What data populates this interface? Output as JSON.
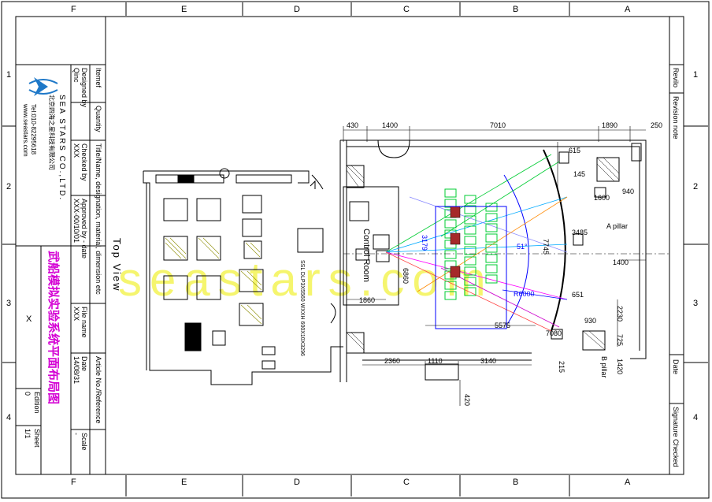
{
  "grid": {
    "columns_top": [
      "F",
      "E",
      "D",
      "C",
      "B",
      "A"
    ],
    "columns_bottom": [
      "F",
      "E",
      "D",
      "C",
      "B",
      "A"
    ],
    "rows": [
      "1",
      "2",
      "3",
      "4"
    ]
  },
  "company": {
    "name_en": "SEA STARS CO.,LTD.",
    "name_cn": "北京四海之星科技有限公司",
    "tel": "Tel:010-82295618",
    "web": "www.seastars.com"
  },
  "watermark": "seastars.com",
  "title_block": {
    "item_name": "Itemef",
    "quantity": "Quantity",
    "title_desc": "Title/Name, designation, material, dimension etc",
    "article_no": "Article No./Reference",
    "designed_by_label": "Designed by",
    "designed_by": "Qinc",
    "checked_by_label": "Checked by",
    "checked_by": "XXX",
    "approved_label": "Approved by - date",
    "approved": "XXX-00/10/01",
    "file_name_label": "File name",
    "file_name": "XXX",
    "date_label": "Date",
    "date": "14/08/31",
    "scale_label": "Scale",
    "scale": "-",
    "drawing_title_cn": "武船模拟实验系统平面布局图",
    "edition_label": "Edition",
    "edition": "0",
    "sheet_label": "Sheet",
    "sheet": "1/1",
    "x_mark": "X"
  },
  "revision_block": {
    "revision_label": "Revilo",
    "revision_note": "Revision note",
    "date": "Date",
    "signature": "Signature Checked"
  },
  "view_label": "Top View",
  "rooms": {
    "control_room": "Control Room",
    "a_pillar": "A pillar",
    "b_pillar": "B pillar",
    "device_note": "SSL DLP3X5560\nWXXH\n600X10X3296",
    "radius_label": "R6000",
    "angle_label": "51°"
  },
  "dimensions": {
    "top": [
      "430",
      "1400",
      "7010",
      "1890",
      "250"
    ],
    "right": [
      "615",
      "145",
      "1600",
      "940",
      "3485",
      "1400",
      "2230",
      "725",
      "1420"
    ],
    "inner": [
      "3179",
      "7745",
      "6860",
      "1860",
      "5575",
      "7080",
      "651",
      "930",
      "215"
    ],
    "bottom": [
      "2360",
      "1110",
      "3140",
      "420"
    ]
  },
  "colors": {
    "line": "#000000",
    "blue": "#0000ff",
    "seat_green": "#00cc33",
    "red_chair": "#a52a2a",
    "watermark_yellow": "#f2f24a",
    "title_magenta": "#d400d4",
    "logo_blue": "#1e78c8"
  }
}
